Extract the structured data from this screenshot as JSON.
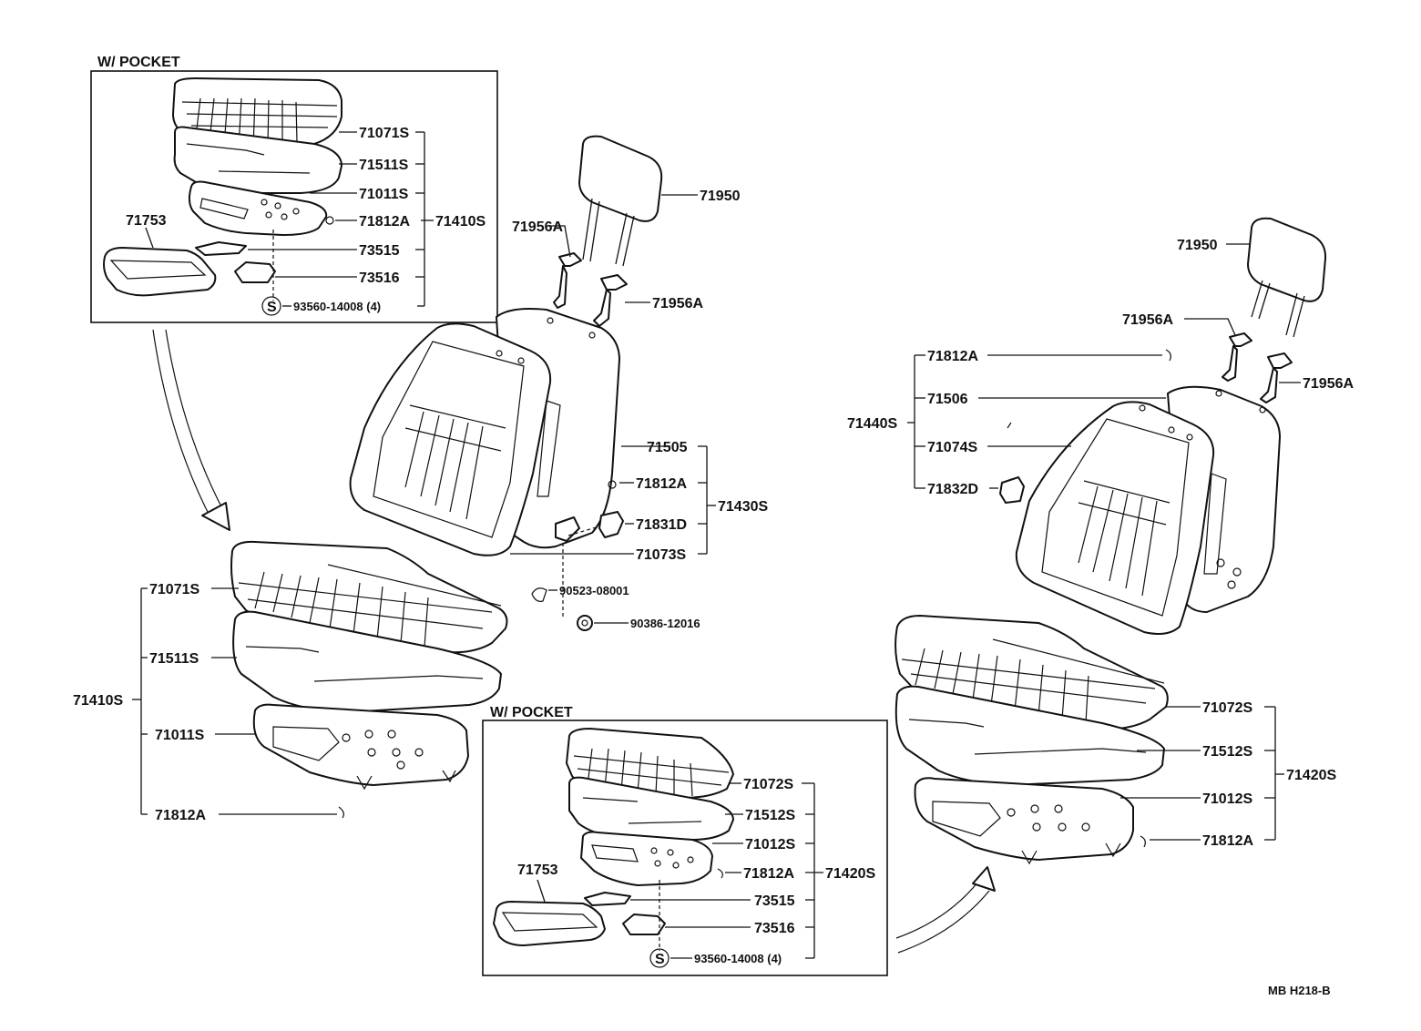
{
  "inset_titles": {
    "upper_left": "W/ POCKET",
    "lower_center": "W/ POCKET"
  },
  "callouts": {
    "ul_71071S": "71071S",
    "ul_71511S": "71511S",
    "ul_71011S": "71011S",
    "ul_71812A": "71812A",
    "ul_71410S": "71410S",
    "ul_71753": "71753",
    "ul_73515": "73515",
    "ul_73516": "73516",
    "ul_s_symbol": "S",
    "ul_93560": "93560-14008 (4)",
    "c_71950": "71950",
    "c_71956A_1": "71956A",
    "c_71956A_2": "71956A",
    "c_71505": "71505",
    "c_71812A": "71812A",
    "c_71430S": "71430S",
    "c_71831D": "71831D",
    "c_71073S": "71073S",
    "c_90523": "90523-08001",
    "c_90386": "90386-12016",
    "l_71071S": "71071S",
    "l_71511S": "71511S",
    "l_71410S": "71410S",
    "l_71011S": "71011S",
    "l_71812A": "71812A",
    "lc_71072S": "71072S",
    "lc_71512S": "71512S",
    "lc_71012S": "71012S",
    "lc_71812A": "71812A",
    "lc_71420S": "71420S",
    "lc_71753": "71753",
    "lc_73515": "73515",
    "lc_73516": "73516",
    "lc_s_symbol": "S",
    "lc_93560": "93560-14008 (4)",
    "r_71950": "71950",
    "r_71956A_1": "71956A",
    "r_71956A_2": "71956A",
    "r_71812A": "71812A",
    "r_71440S": "71440S",
    "r_71506": "71506",
    "r_71074S": "71074S",
    "r_71832D": "71832D",
    "r_71072S": "71072S",
    "r_71512S": "71512S",
    "r_71420S": "71420S",
    "r_71012S": "71012S",
    "r_71812A_2": "71812A"
  },
  "footer_code": "MB  H218-B",
  "line_color": "#111111"
}
